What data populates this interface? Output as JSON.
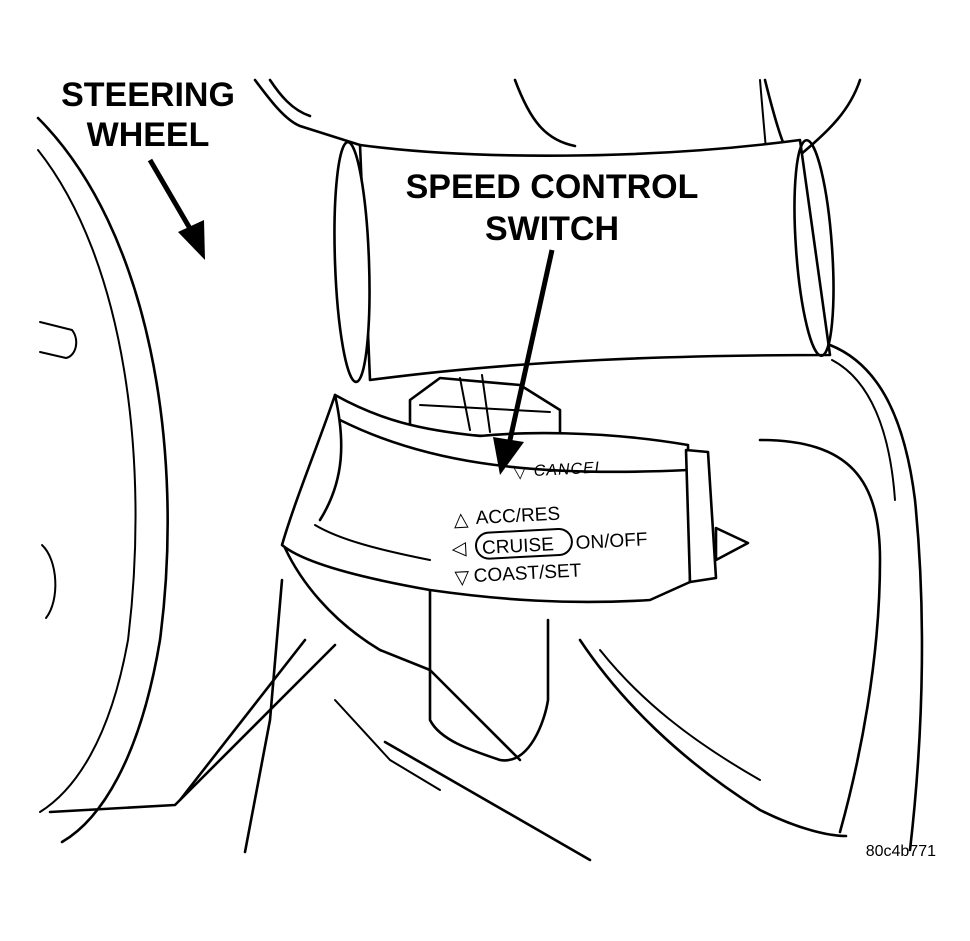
{
  "callouts": {
    "steering_wheel": [
      "STEERING",
      "WHEEL"
    ],
    "speed_control_switch": [
      "SPEED CONTROL",
      "SWITCH"
    ]
  },
  "switch_labels": {
    "cancel": "CANCEL",
    "acc_res": "ACC/RES",
    "cruise": "CRUISE",
    "on_off": "ON/OFF",
    "coast_set": "COAST/SET"
  },
  "figure_id": "80c4b771"
}
